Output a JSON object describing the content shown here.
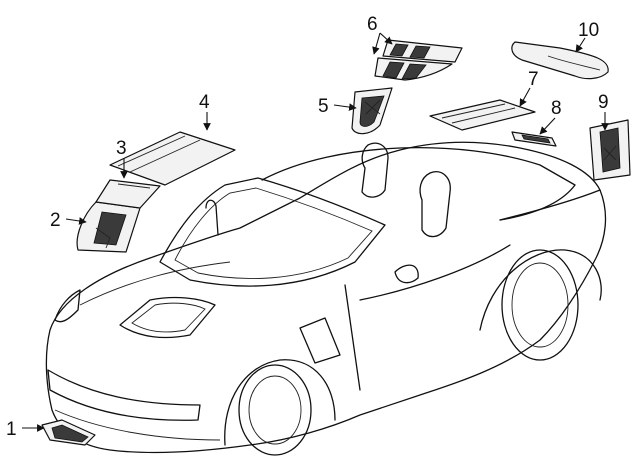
{
  "callouts": [
    {
      "id": "1",
      "label": "1"
    },
    {
      "id": "2",
      "label": "2"
    },
    {
      "id": "3",
      "label": "3"
    },
    {
      "id": "4",
      "label": "4"
    },
    {
      "id": "5",
      "label": "5"
    },
    {
      "id": "6",
      "label": "6"
    },
    {
      "id": "7",
      "label": "7"
    },
    {
      "id": "8",
      "label": "8"
    },
    {
      "id": "9",
      "label": "9"
    },
    {
      "id": "10",
      "label": "10"
    }
  ],
  "colors": {
    "stroke": "#111111",
    "part_fill": "#f2f2f2",
    "stripe_dark": "#3a3a3a",
    "background": "#ffffff"
  }
}
